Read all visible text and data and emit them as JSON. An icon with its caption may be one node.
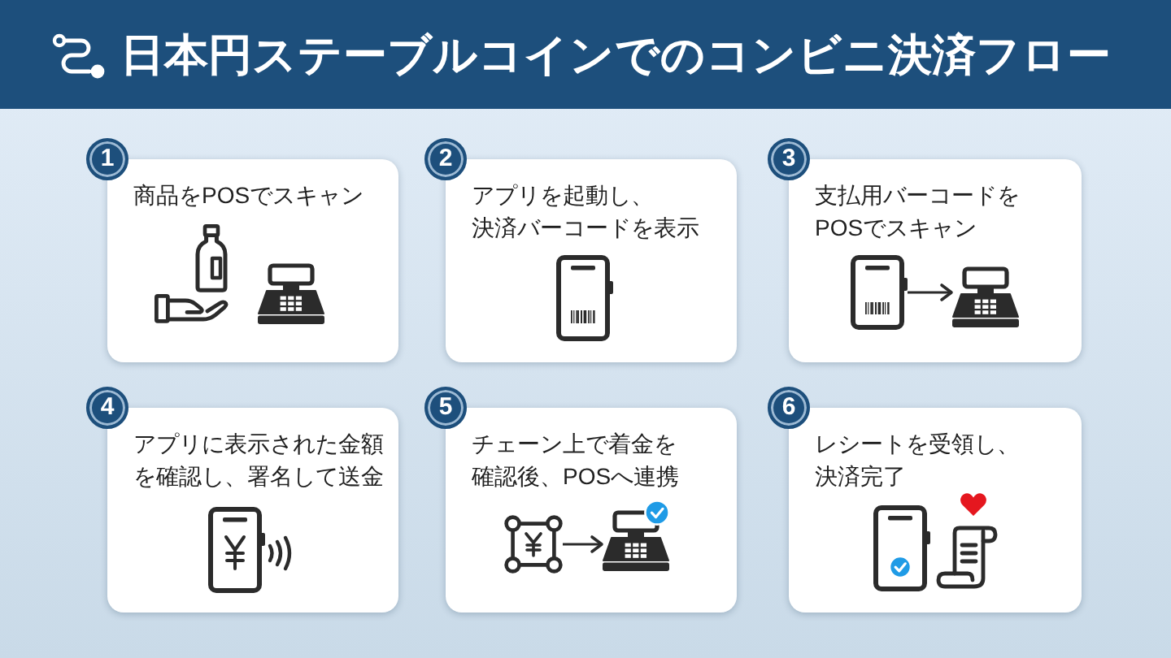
{
  "diagram": {
    "title": "日本円ステーブルコインでのコンビニ決済フロー",
    "nodes": [
      {
        "text": [
          "1"
        ]
      },
      {
        "text": [
          "商品をPOSでスキャン"
        ]
      },
      {
        "text": [
          "2"
        ]
      },
      {
        "text": [
          "アプリを起動し、決済バーコードを表示"
        ]
      },
      {
        "text": [
          "3"
        ]
      },
      {
        "text": [
          "支払用バーコードをPOSでスキャン"
        ]
      },
      {
        "text": [],
        "shape": "picture",
        "in": 5
      },
      {
        "text": [],
        "shape": "picture",
        "in": 5
      },
      {
        "text": [
          "4"
        ]
      },
      {
        "text": [
          "アプリに表示された金額を確認し、署名して送金"
        ]
      },
      {
        "text": [
          "5"
        ]
      },
      {
        "text": [
          "チェーン上で着金を確認後、POSへ連携"
        ]
      },
      {
        "text": [],
        "shape": "picture",
        "in": 11
      },
      {
        "text": [],
        "shape": "picture",
        "in": 11
      },
      {
        "text": [
          "6"
        ]
      },
      {
        "text": [
          "レシートを受領し、決済完了"
        ]
      }
    ],
    "edges": [
      {
        "from": 6,
        "to": 7,
        "arrow": "to"
      },
      {
        "from": 12,
        "to": 13,
        "arrow": "to"
      }
    ]
  }
}
